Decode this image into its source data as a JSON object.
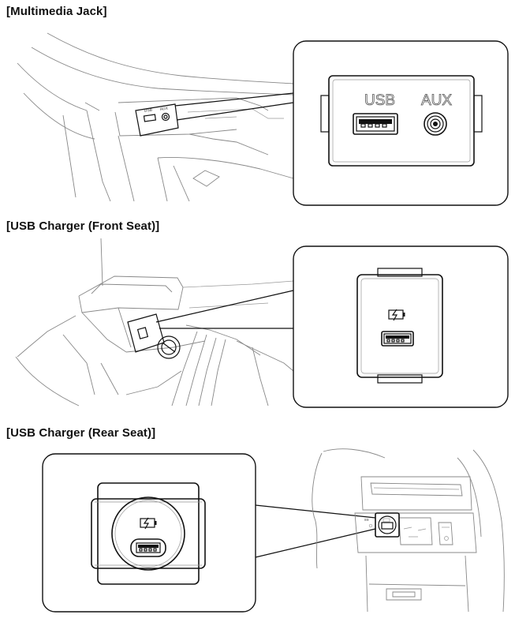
{
  "sections": {
    "multimedia": {
      "title": "[Multimedia Jack]",
      "usb_label": "USB",
      "aux_label": "AUX"
    },
    "front": {
      "title": "[USB Charger (Front Seat)]"
    },
    "rear": {
      "title": "[USB Charger (Rear Seat)]"
    }
  },
  "icons": [
    "usb-port-icon",
    "aux-jack-icon",
    "battery-charge-icon"
  ]
}
